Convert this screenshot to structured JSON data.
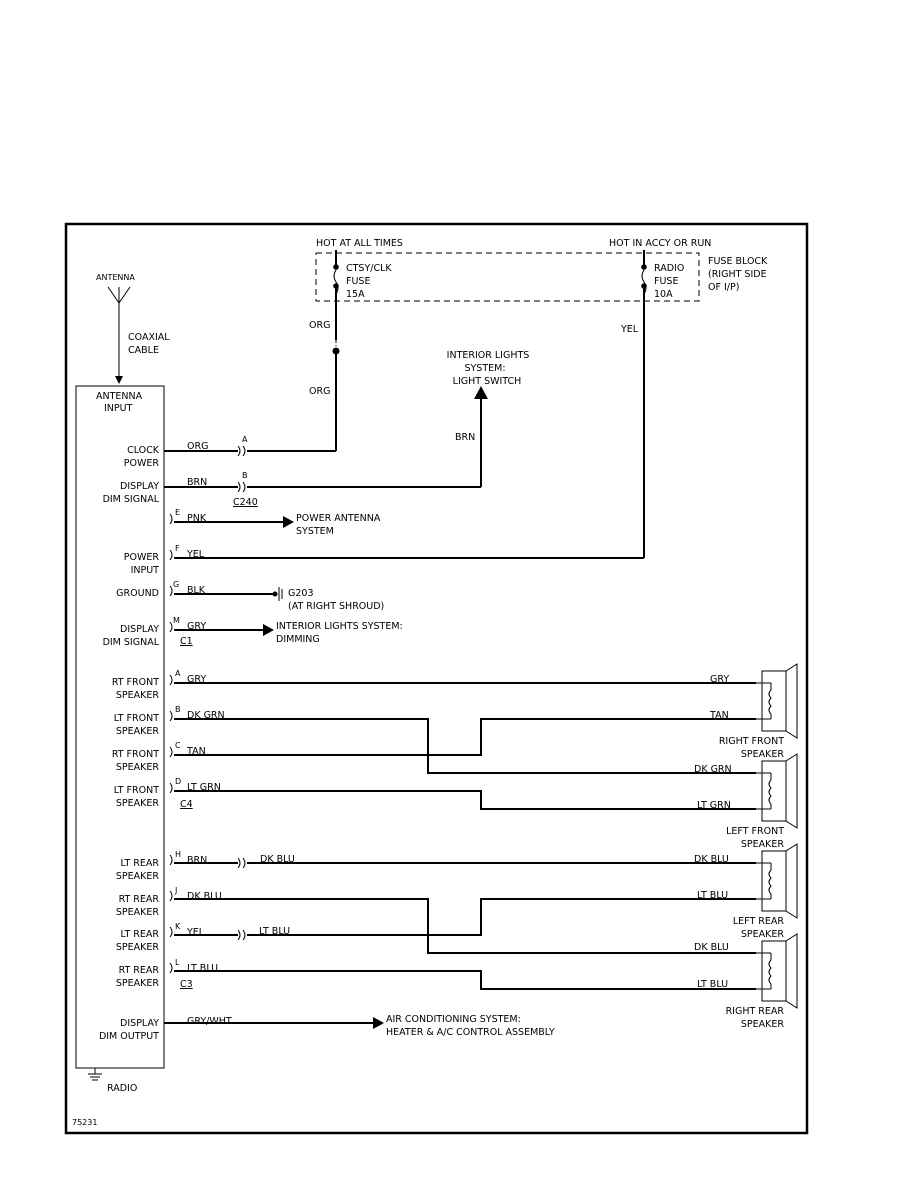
{
  "fuse_block": {
    "hot_at_all_times": "HOT AT ALL TIMES",
    "hot_in_accy": "HOT IN ACCY OR RUN",
    "title": [
      "FUSE BLOCK",
      "(RIGHT SIDE",
      "OF I/P)"
    ],
    "ctsy_fuse": [
      "CTSY/CLK",
      "FUSE",
      "15A"
    ],
    "radio_fuse": [
      "RADIO",
      "FUSE",
      "10A"
    ]
  },
  "antenna": {
    "label": "ANTENNA",
    "cable": [
      "COAXIAL",
      "CABLE"
    ],
    "input": [
      "ANTENNA",
      "INPUT"
    ]
  },
  "radio_label": "RADIO",
  "figure_id": "75231",
  "connectors": {
    "c240": "C240",
    "c1": "C1",
    "c4": "C4",
    "c3": "C3"
  },
  "pins": [
    {
      "name": [
        "CLOCK",
        "POWER"
      ],
      "pin": "A",
      "wire": "ORG"
    },
    {
      "name": [
        "DISPLAY",
        "DIM SIGNAL"
      ],
      "pin": "B",
      "wire": "BRN"
    },
    {
      "name": [],
      "pin": "E",
      "wire": "PNK"
    },
    {
      "name": [
        "POWER",
        "INPUT"
      ],
      "pin": "F",
      "wire": "YEL"
    },
    {
      "name": [
        "GROUND"
      ],
      "pin": "G",
      "wire": "BLK"
    },
    {
      "name": [
        "DISPLAY",
        "DIM SIGNAL"
      ],
      "pin": "M",
      "wire": "GRY"
    },
    {
      "name": [
        "RT FRONT",
        "SPEAKER"
      ],
      "pin": "A",
      "wire": "GRY"
    },
    {
      "name": [
        "LT FRONT",
        "SPEAKER"
      ],
      "pin": "B",
      "wire": "DK GRN"
    },
    {
      "name": [
        "RT FRONT",
        "SPEAKER"
      ],
      "pin": "C",
      "wire": "TAN"
    },
    {
      "name": [
        "LT FRONT",
        "SPEAKER"
      ],
      "pin": "D",
      "wire": "LT GRN"
    },
    {
      "name": [
        "LT REAR",
        "SPEAKER"
      ],
      "pin": "H",
      "wire": "BRN"
    },
    {
      "name": [
        "RT REAR",
        "SPEAKER"
      ],
      "pin": "J",
      "wire": "DK BLU"
    },
    {
      "name": [
        "LT REAR",
        "SPEAKER"
      ],
      "pin": "K",
      "wire": "YEL"
    },
    {
      "name": [
        "RT REAR",
        "SPEAKER"
      ],
      "pin": "L",
      "wire": "LT BLU"
    },
    {
      "name": [
        "DISPLAY",
        "DIM OUTPUT"
      ],
      "pin": "",
      "wire": "GRY/WHT"
    }
  ],
  "wires": {
    "org": "ORG",
    "yel": "YEL",
    "brn": "BRN",
    "dk_blu": "DK BLU",
    "lt_blu": "LT BLU",
    "gry": "GRY",
    "tan": "TAN",
    "dk_grn": "DK GRN",
    "lt_grn": "LT GRN"
  },
  "destinations": {
    "interior_lights": [
      "INTERIOR LIGHTS",
      "SYSTEM:",
      "LIGHT SWITCH"
    ],
    "power_antenna": [
      "POWER ANTENNA",
      "SYSTEM"
    ],
    "ground": [
      "G203",
      "(AT RIGHT SHROUD)"
    ],
    "dimming": [
      "INTERIOR LIGHTS SYSTEM:",
      "DIMMING"
    ],
    "air_conditioning": [
      "AIR CONDITIONING SYSTEM:",
      "HEATER & A/C CONTROL ASSEMBLY"
    ]
  },
  "speakers": {
    "right_front": [
      "RIGHT FRONT",
      "SPEAKER"
    ],
    "left_front": [
      "LEFT FRONT",
      "SPEAKER"
    ],
    "left_rear": [
      "LEFT REAR",
      "SPEAKER"
    ],
    "right_rear": [
      "RIGHT REAR",
      "SPEAKER"
    ]
  }
}
